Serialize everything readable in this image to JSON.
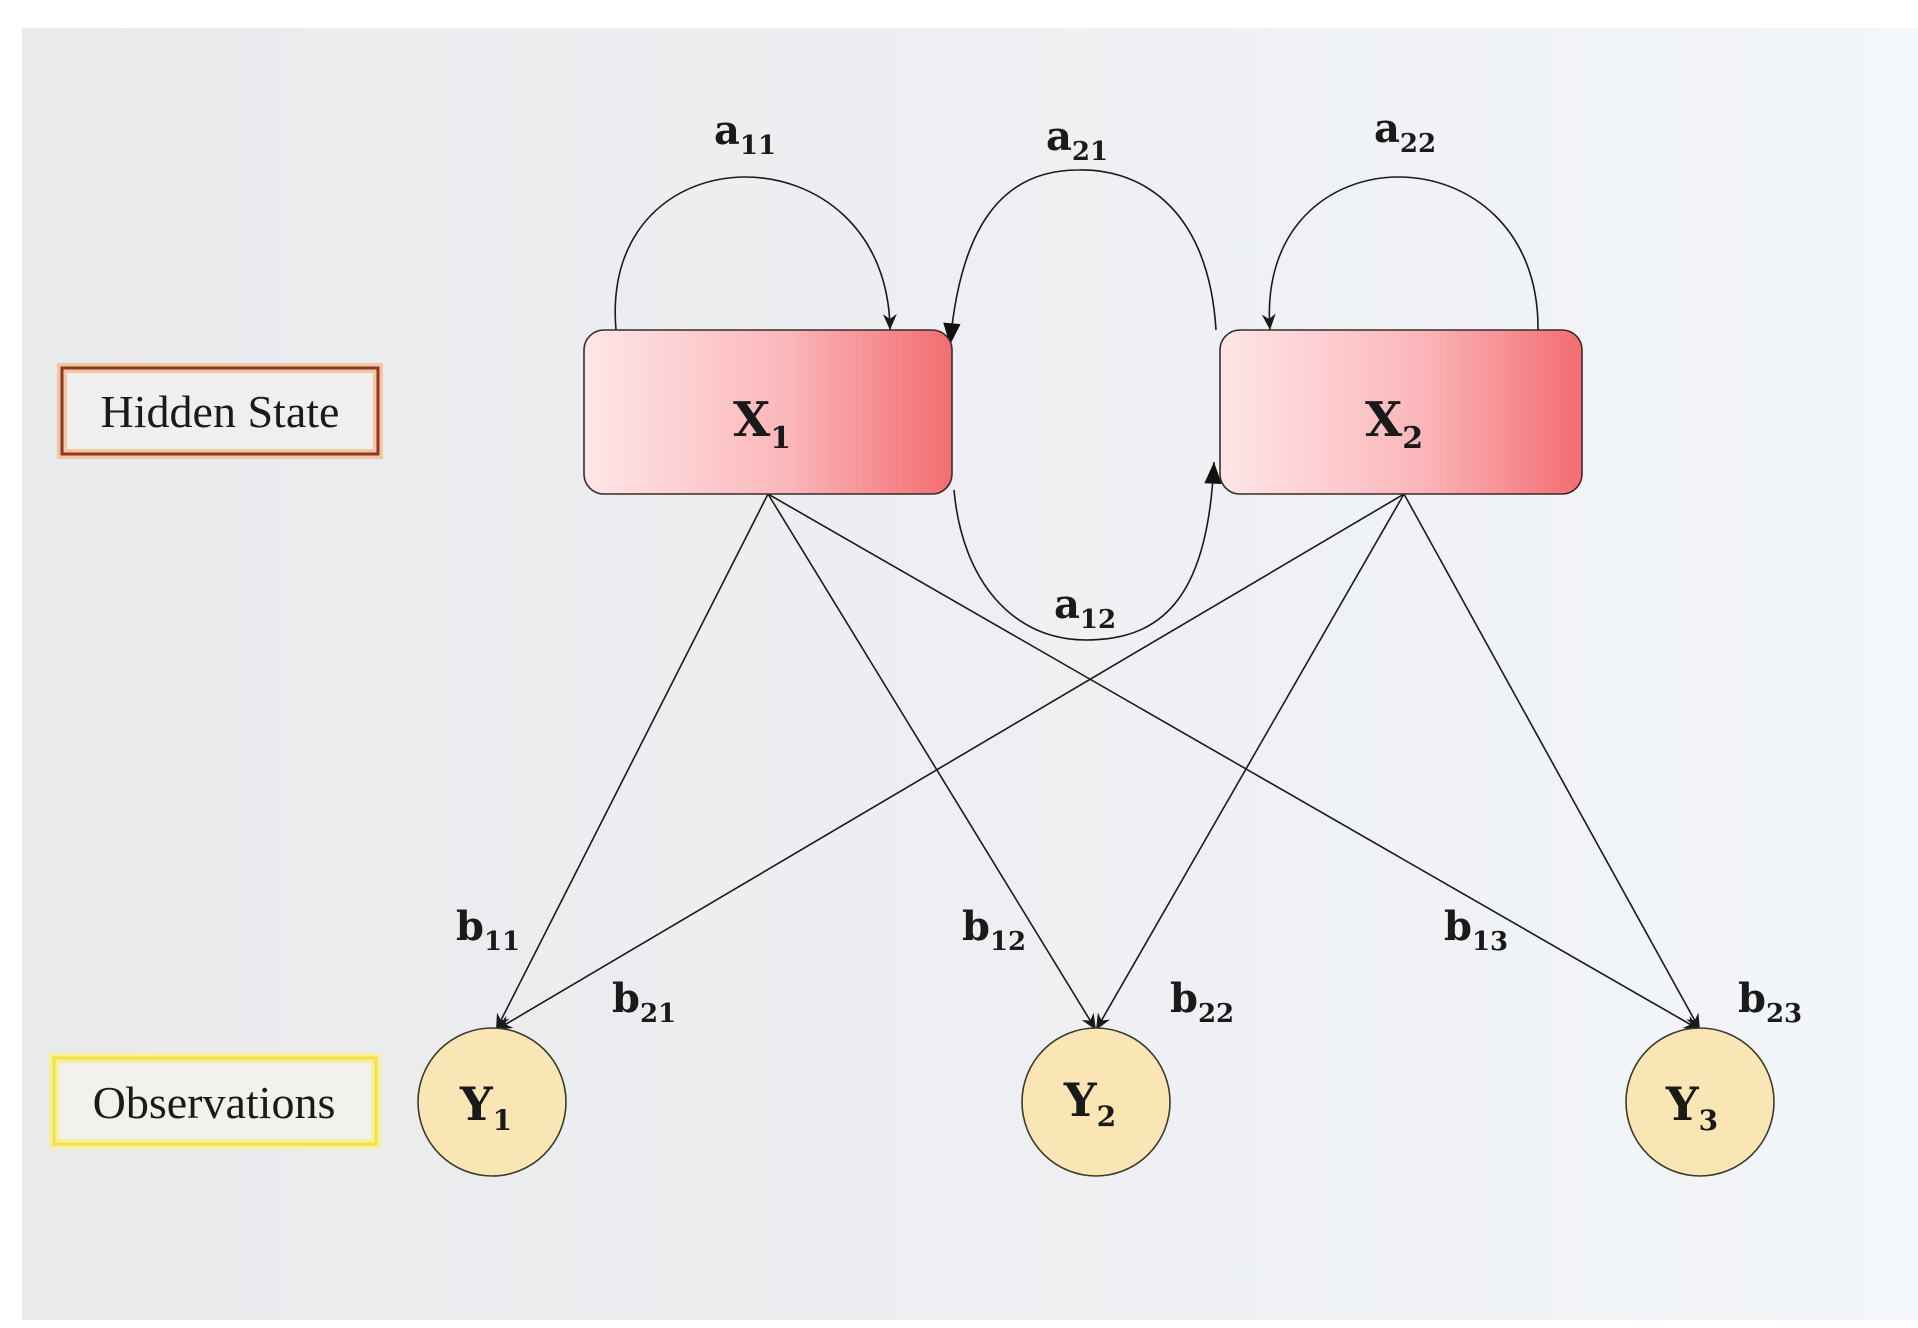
{
  "legend": {
    "hidden": "Hidden State",
    "observations": "Observations"
  },
  "states": [
    {
      "label": "X",
      "sub": "1"
    },
    {
      "label": "X",
      "sub": "2"
    }
  ],
  "observations": [
    {
      "label": "Y",
      "sub": "1"
    },
    {
      "label": "Y",
      "sub": "2"
    },
    {
      "label": "Y",
      "sub": "3"
    }
  ],
  "transitions": [
    {
      "label": "a",
      "sub": "11"
    },
    {
      "label": "a",
      "sub": "21"
    },
    {
      "label": "a",
      "sub": "22"
    },
    {
      "label": "a",
      "sub": "12"
    }
  ],
  "emissions": [
    {
      "label": "b",
      "sub": "11"
    },
    {
      "label": "b",
      "sub": "12"
    },
    {
      "label": "b",
      "sub": "13"
    },
    {
      "label": "b",
      "sub": "21"
    },
    {
      "label": "b",
      "sub": "22"
    },
    {
      "label": "b",
      "sub": "23"
    }
  ],
  "colors": {
    "state_fill_light": "#ffe6e8",
    "state_fill_dark": "#f46c70",
    "observation_fill": "#fae6b4",
    "legend_hidden_border": "#8b3a1e",
    "legend_observations_border": "#f2e24a"
  }
}
